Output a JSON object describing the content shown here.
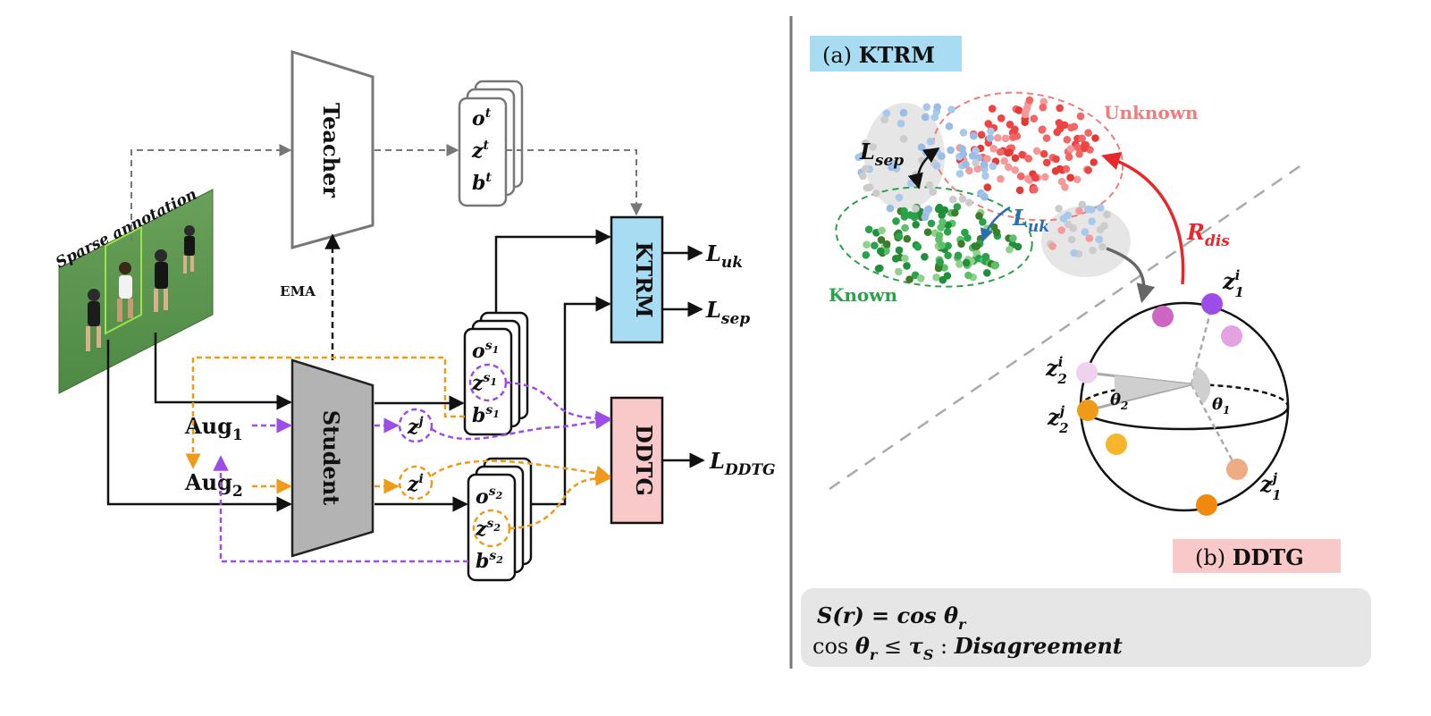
{
  "pipeline": {
    "image_caption": "Sparse annotation",
    "teacher_label": "Teacher",
    "student_label": "Student",
    "ema_label": "EMA",
    "aug1_base": "Aug",
    "aug1_sub": "1",
    "aug2_base": "Aug",
    "aug2_sub": "2",
    "teacher_outputs": {
      "o_base": "o",
      "o_sup": "t",
      "z_base": "z",
      "z_sup": "t",
      "b_base": "b",
      "b_sup": "t"
    },
    "student_s1": {
      "o_base": "o",
      "z_base": "z",
      "b_base": "b",
      "sup": "s",
      "sub": "1"
    },
    "student_s2": {
      "o_base": "o",
      "z_base": "z",
      "b_base": "b",
      "sup": "s",
      "sub": "2"
    },
    "z_j": {
      "base": "z",
      "sup": "j"
    },
    "z_i": {
      "base": "z",
      "sup": "i"
    },
    "ktrm_label": "KTRM",
    "ddtg_label": "DDTG",
    "loss_uk": {
      "base": "L",
      "sub": "uk"
    },
    "loss_sep": {
      "base": "L",
      "sub": "sep"
    },
    "loss_ddtg": {
      "base": "L",
      "sub": "DDTG"
    }
  },
  "panel_a": {
    "title_prefix": "(a) ",
    "title_bold": "KTRM",
    "unknown_label": "Unknown",
    "known_label": "Known",
    "lsep": {
      "base": "L",
      "sub": "sep"
    },
    "luk": {
      "base": "L",
      "sub": "uk"
    },
    "rdis": {
      "base": "R",
      "sub": "dis"
    }
  },
  "panel_b": {
    "title_prefix": "(b) ",
    "title_bold": "DDTG",
    "z1i": {
      "base": "z",
      "sup": "i",
      "sub": "1"
    },
    "z2i": {
      "base": "z",
      "sup": "i",
      "sub": "2"
    },
    "z2j": {
      "base": "z",
      "sup": "j",
      "sub": "2"
    },
    "z1j": {
      "base": "z",
      "sup": "j",
      "sub": "1"
    },
    "theta1": {
      "base": "θ",
      "sub": "1"
    },
    "theta2": {
      "base": "θ",
      "sub": "2"
    }
  },
  "formula": {
    "line1_lhs": "S(r) = cos ",
    "line1_theta": "θ",
    "line1_sub": "r",
    "line2_cos": "cos ",
    "line2_theta": "θ",
    "line2_sub": "r",
    "line2_leq": " ≤ ",
    "line2_tau": "τ",
    "line2_tau_sub": "S",
    "line2_sep": " : ",
    "line2_word": "Disagreement"
  },
  "colors": {
    "ktrm_fill": "#a8dcf2",
    "ddtg_fill": "#f8c9c8",
    "student_fill": "#b3b3b3",
    "orange": "#f09a1a",
    "purple": "#9b4de8",
    "red": "#e8262b",
    "known_green": "#2aa24a",
    "unknown_pink": "#f07c7c",
    "luk_blue": "#2b6fb2"
  }
}
